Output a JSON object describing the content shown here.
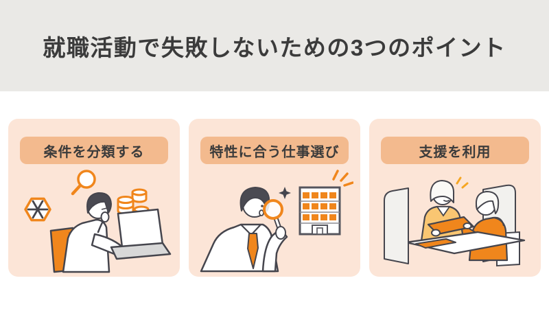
{
  "header": {
    "title": "就職活動で失敗しないための3つのポイント",
    "background": "#eae9e6",
    "text_color": "#3b3b3b"
  },
  "cards": [
    {
      "label": "条件を分類する",
      "illustration": "person-thinking-at-laptop-with-magnifier-coins-and-hexagon"
    },
    {
      "label": "特性に合う仕事選び",
      "illustration": "person-examining-company-building-with-magnifier"
    },
    {
      "label": "支援を利用",
      "illustration": "support-counselor-handing-folder-to-client-at-partitioned-desk"
    }
  ],
  "colors": {
    "page_background": "#ffffff",
    "card_background": "#fce5d7",
    "badge_background": "#f3ba8e",
    "badge_text": "#3b3b3b",
    "accent_orange": "#f0861c",
    "jacket_yellow_orange": "#f9c672",
    "outline": "#45454d",
    "hair_dark": "#4a4a52",
    "laptop_base_gray": "#d8d8d8",
    "partition_gray": "#f2f1ee"
  }
}
